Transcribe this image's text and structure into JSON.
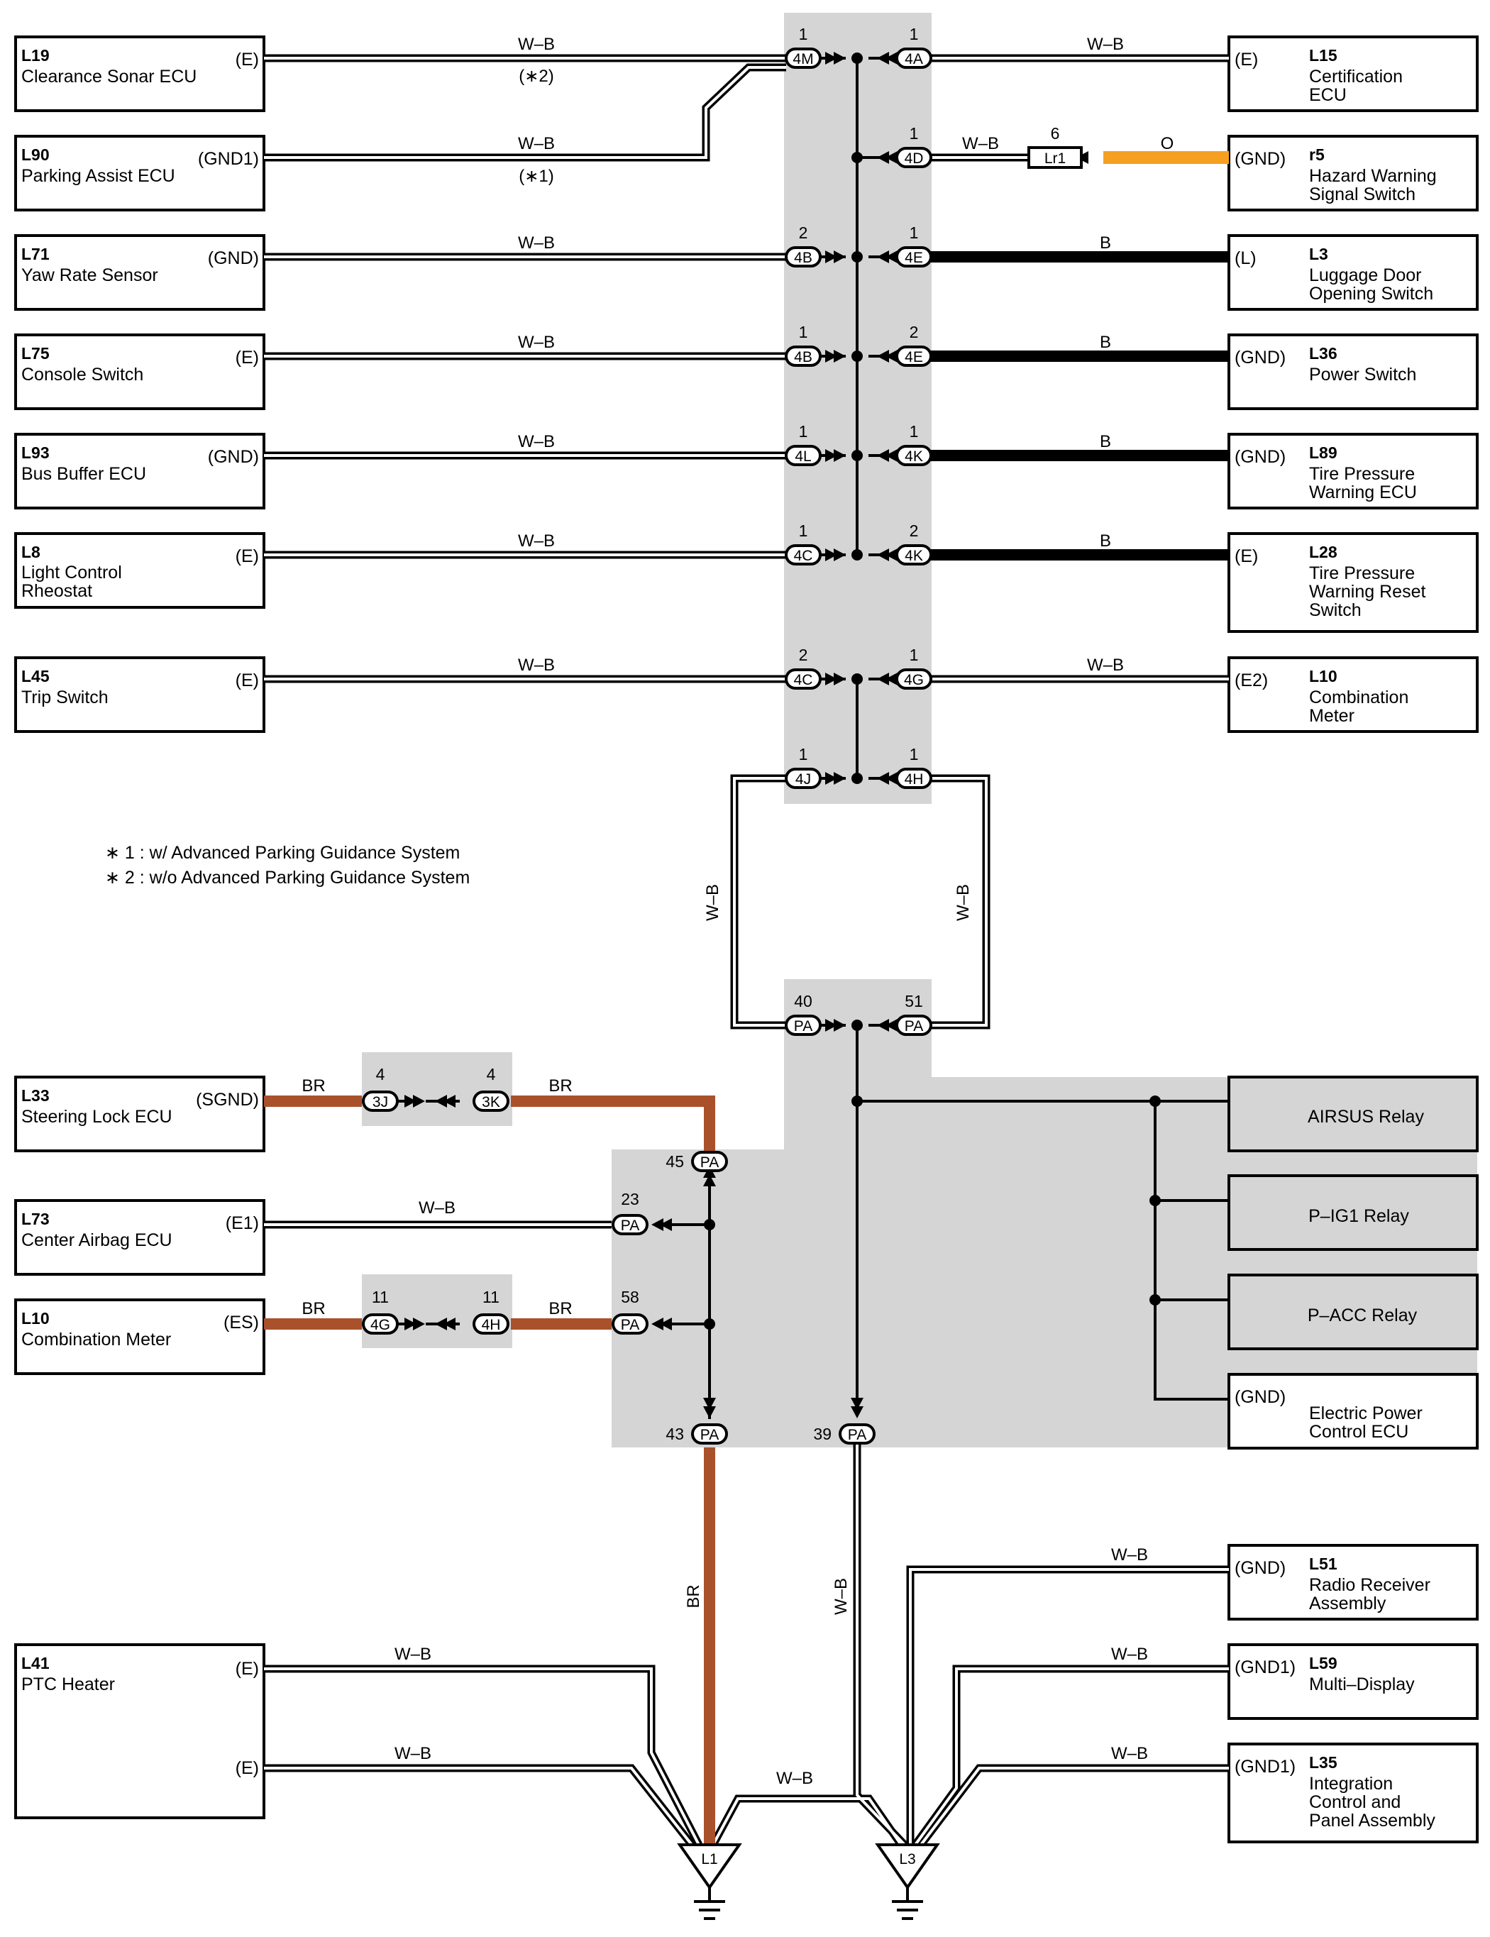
{
  "components": {
    "L19": {
      "code": "L19",
      "name": "Clearance Sonar ECU",
      "pin": "(E)"
    },
    "L90": {
      "code": "L90",
      "name": "Parking Assist ECU",
      "pin": "(GND1)"
    },
    "L71": {
      "code": "L71",
      "name": "Yaw Rate Sensor",
      "pin": "(GND)"
    },
    "L75": {
      "code": "L75",
      "name": "Console Switch",
      "pin": "(E)"
    },
    "L93": {
      "code": "L93",
      "name": "Bus Buffer ECU",
      "pin": "(GND)"
    },
    "L8": {
      "code": "L8",
      "name1": "Light Control",
      "name2": "Rheostat",
      "pin": "(E)"
    },
    "L45": {
      "code": "L45",
      "name": "Trip Switch",
      "pin": "(E)"
    },
    "L33": {
      "code": "L33",
      "name": "Steering Lock ECU",
      "pin": "(SGND)"
    },
    "L73": {
      "code": "L73",
      "name": "Center Airbag ECU",
      "pin": "(E1)"
    },
    "L10b": {
      "code": "L10",
      "name": "Combination Meter",
      "pin": "(ES)"
    },
    "L41": {
      "code": "L41",
      "name": "PTC Heater",
      "pin1": "(E)",
      "pin2": "(E)"
    },
    "L15": {
      "code": "L15",
      "name1": "Certification",
      "name2": "ECU",
      "pin": "(E)"
    },
    "r5": {
      "code": "r5",
      "name1": "Hazard Warning",
      "name2": "Signal Switch",
      "pin": "(GND)"
    },
    "L3c": {
      "code": "L3",
      "name1": "Luggage Door",
      "name2": "Opening Switch",
      "pin": "(L)"
    },
    "L36": {
      "code": "L36",
      "name": "Power Switch",
      "pin": "(GND)"
    },
    "L89": {
      "code": "L89",
      "name1": "Tire Pressure",
      "name2": "Warning ECU",
      "pin": "(GND)"
    },
    "L28": {
      "code": "L28",
      "name1": "Tire Pressure",
      "name2": "Warning Reset",
      "name3": "Switch",
      "pin": "(E)"
    },
    "L10a": {
      "code": "L10",
      "name1": "Combination",
      "name2": "Meter",
      "pin": "(E2)"
    },
    "airsus": {
      "name": "AIRSUS Relay"
    },
    "pig1": {
      "name": "P–IG1 Relay"
    },
    "pacc": {
      "name": "P–ACC Relay"
    },
    "epc": {
      "pin": "(GND)",
      "name1": "Electric Power",
      "name2": "Control ECU"
    },
    "L51": {
      "code": "L51",
      "name1": "Radio Receiver",
      "name2": "Assembly",
      "pin": "(GND)"
    },
    "L59": {
      "code": "L59",
      "name": "Multi–Display",
      "pin": "(GND1)"
    },
    "L35": {
      "code": "L35",
      "name1": "Integration",
      "name2": "Control and",
      "name3": "Panel Assembly",
      "pin": "(GND1)"
    }
  },
  "wire_colors": {
    "wb": "W–B",
    "b": "B",
    "br": "BR",
    "o": "O"
  },
  "connectors": {
    "4M": "4M",
    "4A": "4A",
    "4D": "4D",
    "4B": "4B",
    "4E": "4E",
    "4L": "4L",
    "4K": "4K",
    "4C": "4C",
    "4G": "4G",
    "4J": "4J",
    "4H": "4H",
    "PA": "PA",
    "3J": "3J",
    "3K": "3K",
    "Lr1": "Lr1"
  },
  "pins": {
    "p1": "1",
    "p2": "2",
    "p4": "4",
    "p6": "6",
    "p11": "11",
    "p23": "23",
    "p39": "39",
    "p40": "40",
    "p43": "43",
    "p45": "45",
    "p51": "51",
    "p58": "58"
  },
  "grounds": {
    "g1": "L1",
    "g2": "L3"
  },
  "notes": {
    "n1": "∗ 1 : w/ Advanced Parking Guidance System",
    "n2": "∗ 2 : w/o Advanced Parking Guidance System",
    "ref1": "(∗1)",
    "ref2": "(∗2)"
  },
  "colors": {
    "shade": "#d5d5d6",
    "brown": "#a9512b",
    "orange": "#f5a021",
    "black": "#000000"
  }
}
